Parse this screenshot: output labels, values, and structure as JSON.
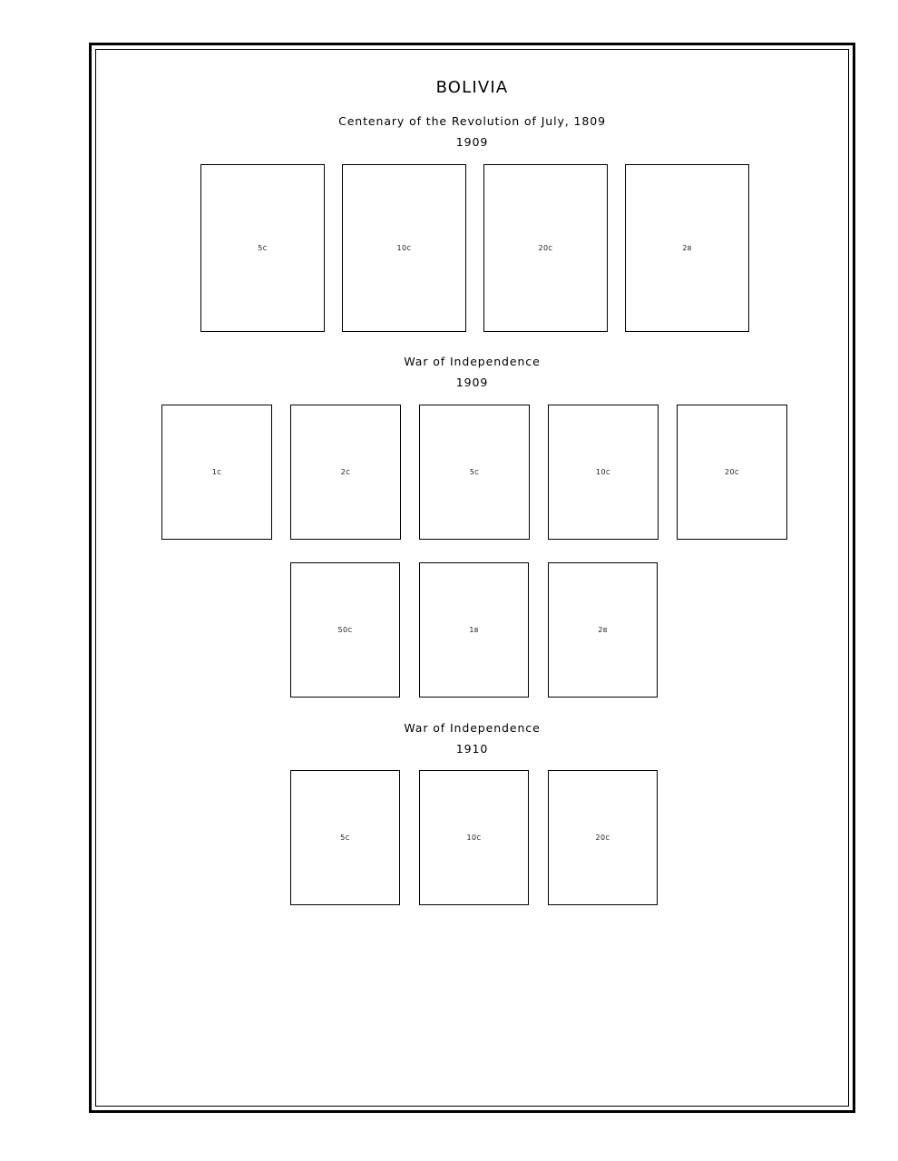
{
  "page": {
    "country_title": "BOLIVIA",
    "background_color": "#ffffff",
    "frame_color": "#000000",
    "text_color": "#000000"
  },
  "sections": [
    {
      "title": "Centenary of the Revolution of July, 1809",
      "year": "1909",
      "rows": [
        {
          "stamps": [
            {
              "value": "5",
              "unit": "c"
            },
            {
              "value": "10",
              "unit": "c"
            },
            {
              "value": "20",
              "unit": "c"
            },
            {
              "value": "2",
              "unit": "B"
            }
          ]
        }
      ]
    },
    {
      "title": "War of Independence",
      "year": "1909",
      "rows": [
        {
          "stamps": [
            {
              "value": "1",
              "unit": "c"
            },
            {
              "value": "2",
              "unit": "c"
            },
            {
              "value": "5",
              "unit": "c"
            },
            {
              "value": "10",
              "unit": "c"
            },
            {
              "value": "20",
              "unit": "c"
            }
          ]
        },
        {
          "stamps": [
            {
              "value": "50",
              "unit": "c"
            },
            {
              "value": "1",
              "unit": "B"
            },
            {
              "value": "2",
              "unit": "B"
            }
          ]
        }
      ]
    },
    {
      "title": "War of Independence",
      "year": "1910",
      "rows": [
        {
          "stamps": [
            {
              "value": "5",
              "unit": "c"
            },
            {
              "value": "10",
              "unit": "c"
            },
            {
              "value": "20",
              "unit": "c"
            }
          ]
        }
      ]
    }
  ]
}
